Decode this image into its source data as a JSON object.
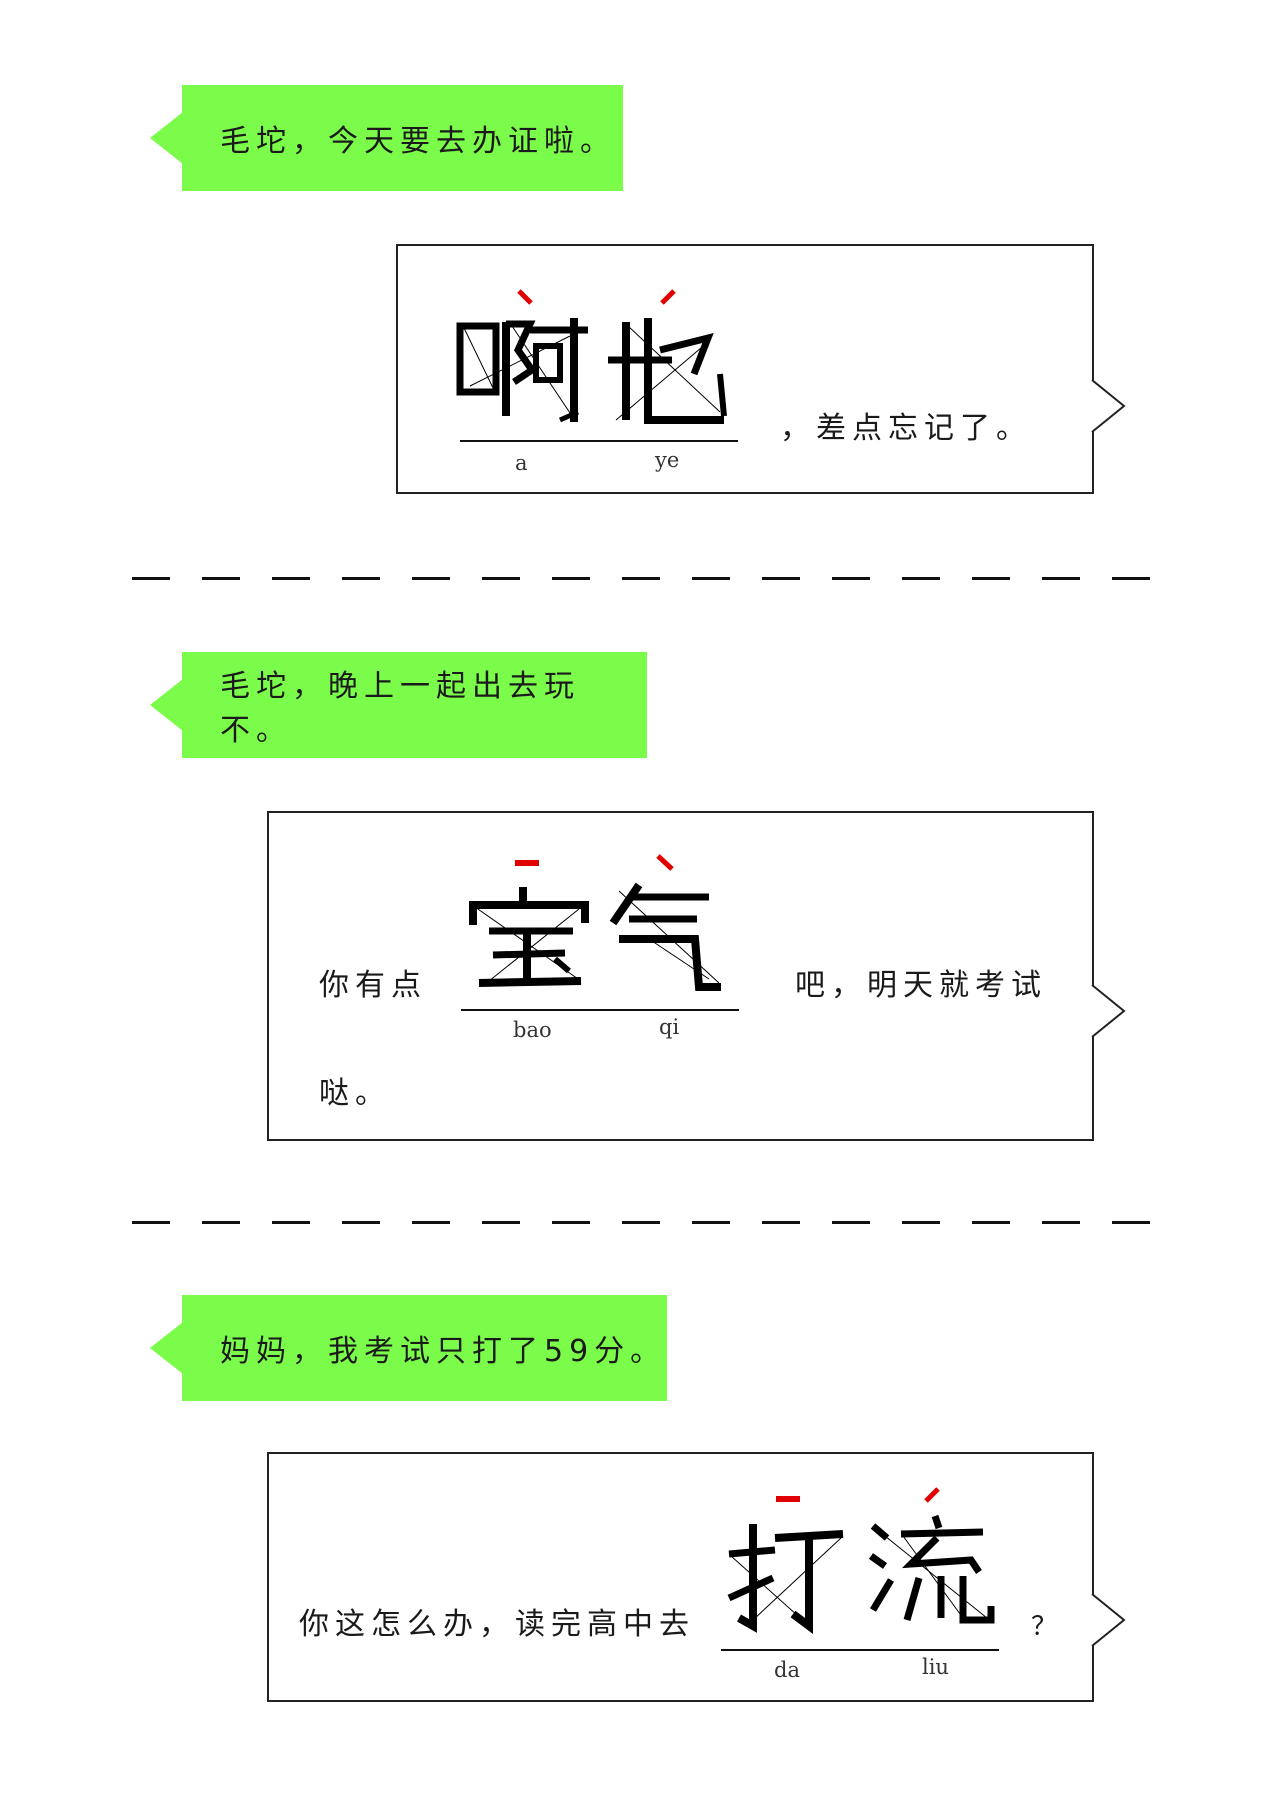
{
  "section1": {
    "question": "毛坨，今天要去办证啦。",
    "answer": {
      "chars": [
        "啊",
        "也"
      ],
      "pinyin": [
        "a",
        "ye"
      ],
      "suffix": "，差点忘记了。"
    }
  },
  "section2": {
    "question": "毛坨，晚上一起出去玩不。",
    "answer": {
      "prefix": "你有点",
      "chars": [
        "宝",
        "气"
      ],
      "pinyin": [
        "bao",
        "qi"
      ],
      "suffix_line1": "吧，明天就考试",
      "suffix_line2": "哒。"
    }
  },
  "section3": {
    "question": "妈妈，我考试只打了59分。",
    "answer": {
      "prefix": "你这怎么办，读完高中去",
      "chars": [
        "打",
        "流"
      ],
      "pinyin": [
        "da",
        "liu"
      ],
      "suffix": "？"
    }
  },
  "colors": {
    "bubble_green": "#7cfc4a",
    "tone_red": "#e00000",
    "ink": "#111111"
  }
}
